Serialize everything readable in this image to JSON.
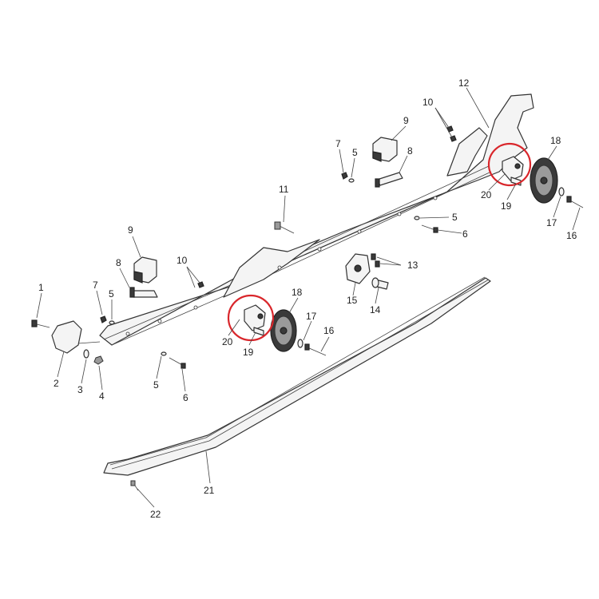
{
  "callouts": [
    {
      "id": "c1",
      "text": "1"
    },
    {
      "id": "c2",
      "text": "2"
    },
    {
      "id": "c3",
      "text": "3"
    },
    {
      "id": "c4",
      "text": "4"
    },
    {
      "id": "c5a",
      "text": "5"
    },
    {
      "id": "c5b",
      "text": "5"
    },
    {
      "id": "c5c",
      "text": "5"
    },
    {
      "id": "c5d",
      "text": "5"
    },
    {
      "id": "c6a",
      "text": "6"
    },
    {
      "id": "c6b",
      "text": "6"
    },
    {
      "id": "c7a",
      "text": "7"
    },
    {
      "id": "c7b",
      "text": "7"
    },
    {
      "id": "c8a",
      "text": "8"
    },
    {
      "id": "c8b",
      "text": "8"
    },
    {
      "id": "c9a",
      "text": "9"
    },
    {
      "id": "c9b",
      "text": "9"
    },
    {
      "id": "c10a",
      "text": "10"
    },
    {
      "id": "c10b",
      "text": "10"
    },
    {
      "id": "c11",
      "text": "11"
    },
    {
      "id": "c12",
      "text": "12"
    },
    {
      "id": "c13",
      "text": "13"
    },
    {
      "id": "c14",
      "text": "14"
    },
    {
      "id": "c15",
      "text": "15"
    },
    {
      "id": "c16a",
      "text": "16"
    },
    {
      "id": "c16b",
      "text": "16"
    },
    {
      "id": "c17a",
      "text": "17"
    },
    {
      "id": "c17b",
      "text": "17"
    },
    {
      "id": "c18a",
      "text": "18"
    },
    {
      "id": "c18b",
      "text": "18"
    },
    {
      "id": "c19a",
      "text": "19"
    },
    {
      "id": "c19b",
      "text": "19"
    },
    {
      "id": "c20a",
      "text": "20"
    },
    {
      "id": "c20b",
      "text": "20"
    },
    {
      "id": "c21",
      "text": "21"
    },
    {
      "id": "c22",
      "text": "22"
    }
  ],
  "colors": {
    "highlight": "#d9262b",
    "line": "#333333",
    "background": "#ffffff"
  }
}
